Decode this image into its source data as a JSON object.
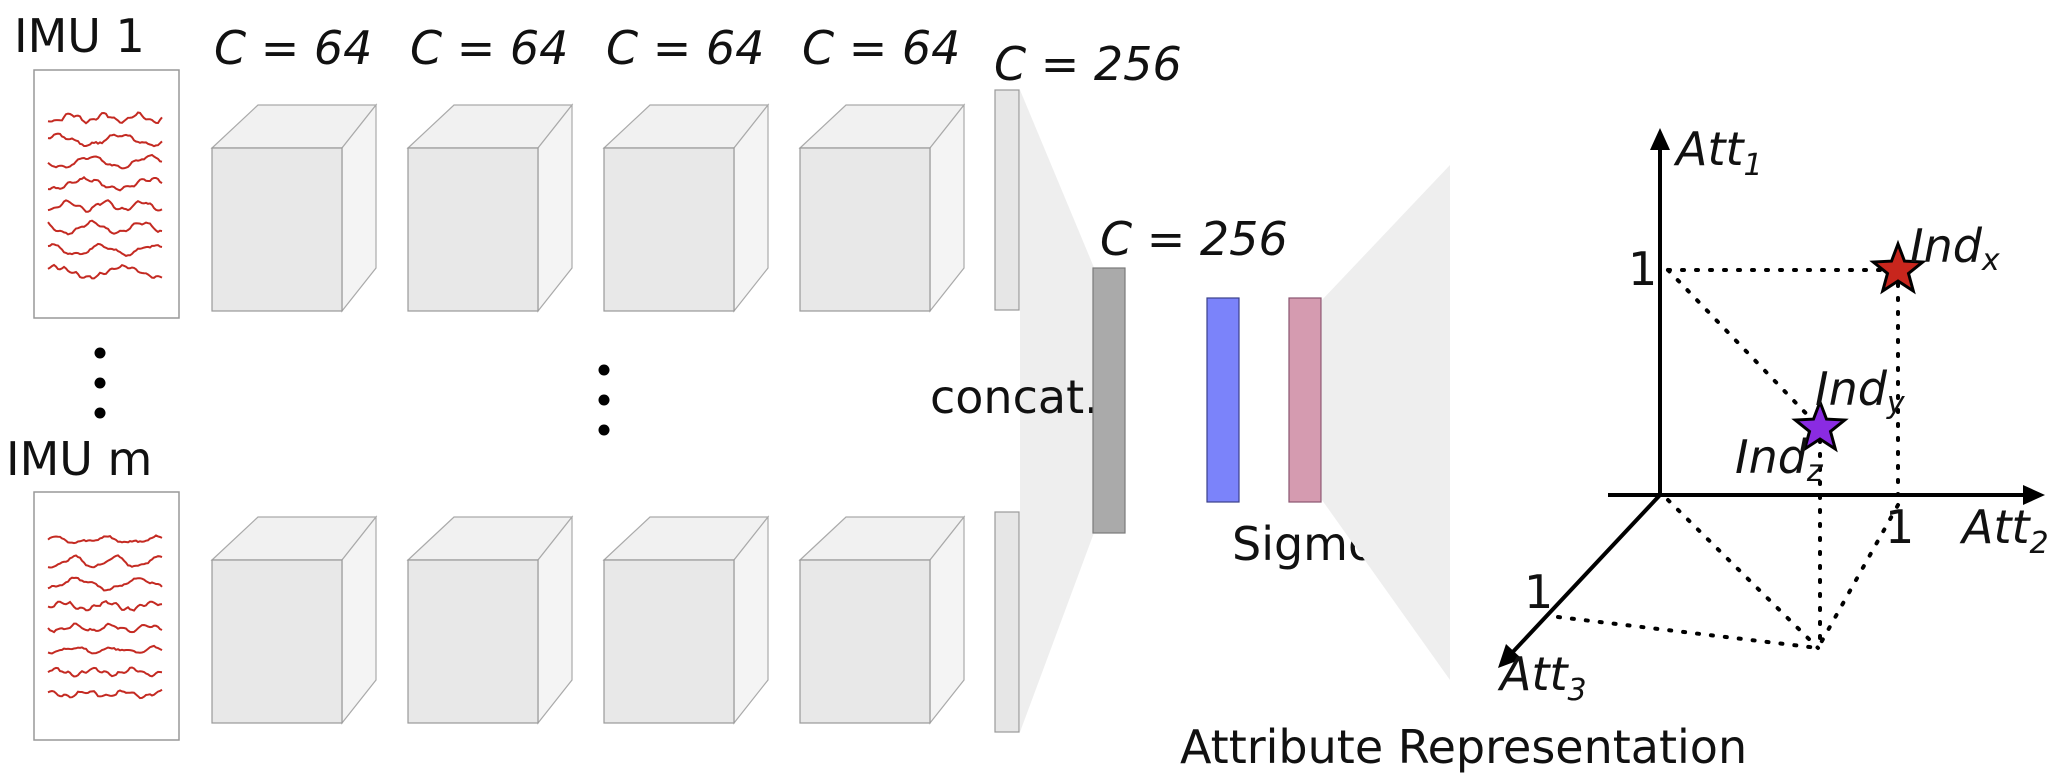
{
  "inputs": {
    "top_label": "IMU 1",
    "bottom_label": "IMU m",
    "signal_color": "#c42a22",
    "signal_count": 8
  },
  "conv_layers": {
    "channel_label": "C = 64",
    "columns": 4
  },
  "concat": {
    "label": "concat.",
    "input_channel_label": "C = 256",
    "fc_channel_label": "C = 256"
  },
  "head": {
    "sigmoid_label": "Sigmoid",
    "fc_color": "#7b83fa",
    "sigmoid_color": "#d59bb0"
  },
  "attribute_plot": {
    "caption": "Attribute Representation",
    "axes": {
      "y": {
        "base": "Att",
        "sub": "1"
      },
      "x": {
        "base": "Att",
        "sub": "2"
      },
      "z": {
        "base": "Att",
        "sub": "3"
      }
    },
    "ticks": {
      "y": "1",
      "x": "1",
      "z": "1"
    },
    "points": [
      {
        "base": "Ind",
        "sub": "x",
        "color": "#c8261d"
      },
      {
        "base": "Ind",
        "sub": "y",
        "color": "#8a2be2"
      },
      {
        "base": "Ind",
        "sub": "z"
      }
    ]
  }
}
